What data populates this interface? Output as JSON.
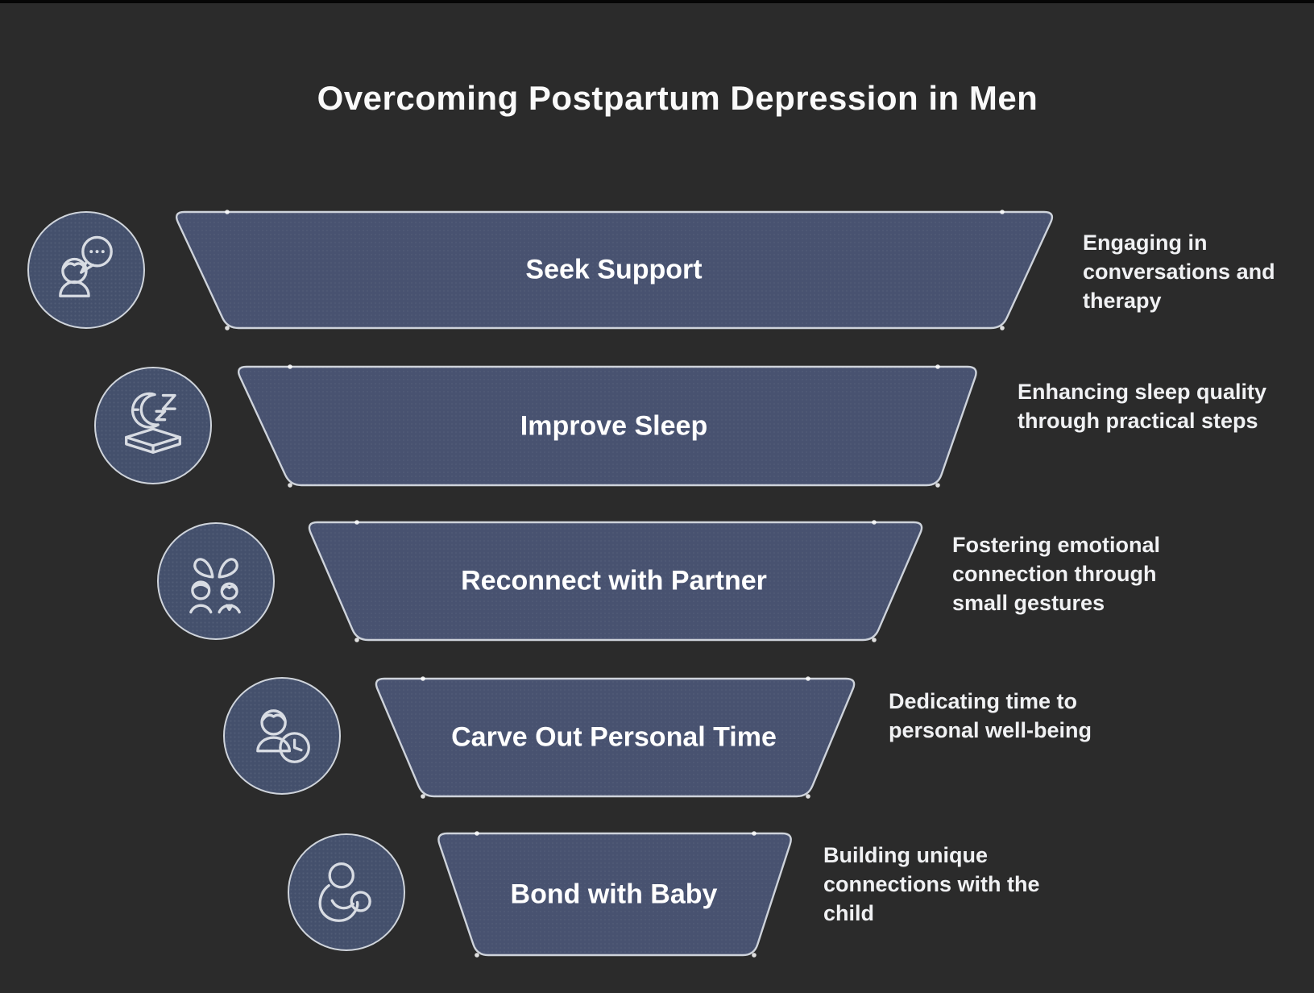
{
  "title": "Overcoming Postpartum Depression in Men",
  "diagram_type": "funnel",
  "stages": [
    {
      "label": "Seek Support",
      "description": "Engaging in\nconversations and\ntherapy",
      "icon": "conversation-therapy-icon"
    },
    {
      "label": "Improve Sleep",
      "description": "Enhancing sleep quality\nthrough practical steps",
      "icon": "moon-sleep-icon"
    },
    {
      "label": "Reconnect with Partner",
      "description": "Fostering emotional\nconnection through\nsmall gestures",
      "icon": "couple-heart-icon"
    },
    {
      "label": "Carve Out Personal Time",
      "description": "Dedicating time to\npersonal well-being",
      "icon": "person-clock-icon"
    },
    {
      "label": "Bond with Baby",
      "description": "Building unique\nconnections with the\nchild",
      "icon": "parent-baby-icon"
    }
  ],
  "colors": {
    "background": "#2b2b2b",
    "stage_fill": "#485270",
    "stage_border": "#ced3db",
    "icon_circle_fill": "#44506c",
    "text": "#ffffff"
  }
}
